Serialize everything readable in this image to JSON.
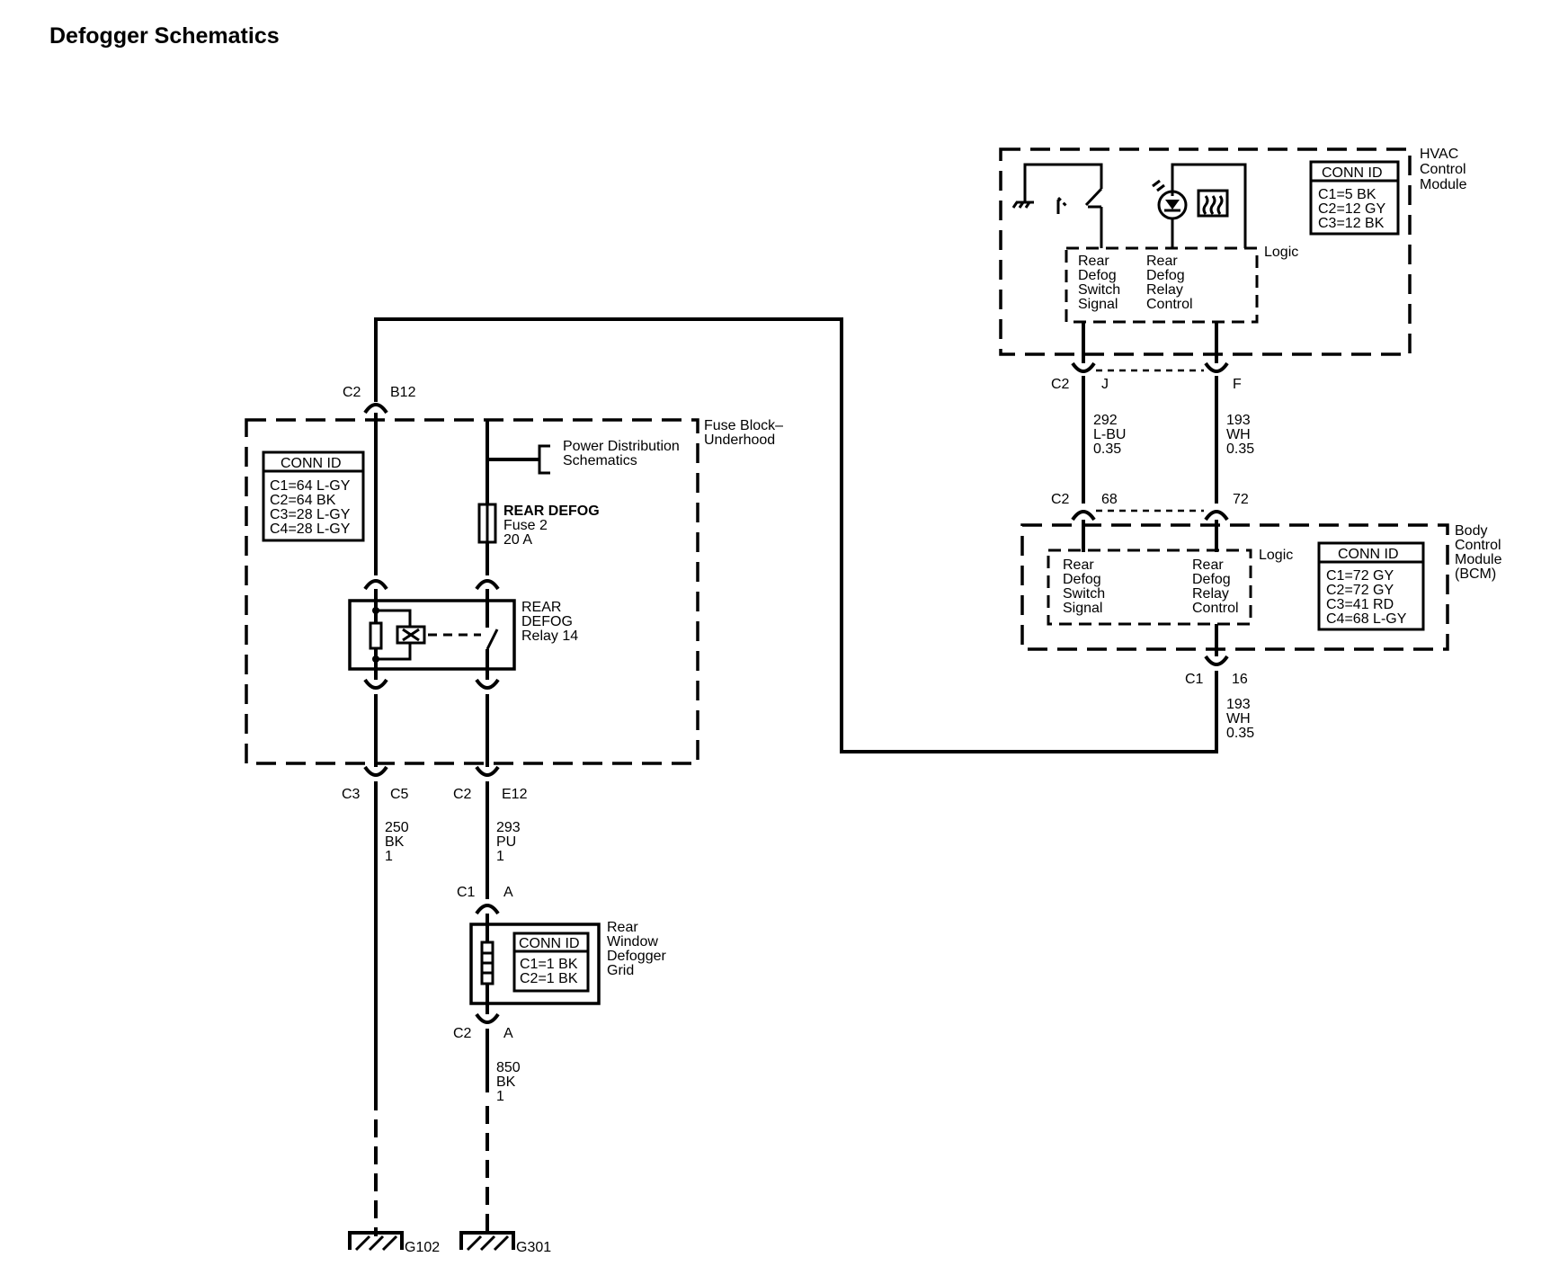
{
  "page": {
    "title": "Defogger Schematics"
  },
  "hvac": {
    "title_line1": "HVAC",
    "title_line2": "Control",
    "title_line3": "Module",
    "logic": "Logic",
    "pin1_lines": [
      "Rear",
      "Defog",
      "Switch",
      "Signal"
    ],
    "pin2_lines": [
      "Rear",
      "Defog",
      "Relay",
      "Control"
    ],
    "conn_title": "CONN ID",
    "conn_lines": [
      "C1=5 BK",
      "C2=12 GY",
      "C3=12 BK"
    ]
  },
  "hvac_connectors": {
    "conn": "C2",
    "pin_left": "J",
    "pin_right": "F"
  },
  "wires_hvac_bcm": {
    "left": [
      "292",
      "L-BU",
      "0.35"
    ],
    "right": [
      "193",
      "WH",
      "0.35"
    ]
  },
  "bcm_connectors": {
    "conn": "C2",
    "pin_left": "68",
    "pin_right": "72"
  },
  "bcm": {
    "title_lines": [
      "Body",
      "Control",
      "Module",
      "(BCM)"
    ],
    "logic": "Logic",
    "pin1_lines": [
      "Rear",
      "Defog",
      "Switch",
      "Signal"
    ],
    "pin2_lines": [
      "Rear",
      "Defog",
      "Relay",
      "Control"
    ],
    "conn_title": "CONN ID",
    "conn_lines": [
      "C1=72 GY",
      "C2=72 GY",
      "C3=41 RD",
      "C4=68 L-GY"
    ]
  },
  "bcm_out": {
    "conn": "C1",
    "pin": "16",
    "wire": [
      "193",
      "WH",
      "0.35"
    ]
  },
  "fuse_block": {
    "title_lines": [
      "Fuse Block–",
      "Underhood"
    ],
    "top_conn": "C2",
    "top_pin": "B12",
    "conn_title": "CONN ID",
    "conn_lines": [
      "C1=64 L-GY",
      "C2=64 BK",
      "C3=28 L-GY",
      "C4=28 L-GY"
    ],
    "power_lines": [
      "Power Distribution",
      "Schematics"
    ],
    "fuse_lines": [
      "REAR DEFOG",
      "Fuse 2",
      "20 A"
    ],
    "relay_lines": [
      "REAR",
      "DEFOG",
      "Relay 14"
    ],
    "bottom_left_conn": "C3",
    "bottom_left_pin": "C5",
    "bottom_right_conn": "C2",
    "bottom_right_pin": "E12"
  },
  "wire_250": [
    "250",
    "BK",
    "1"
  ],
  "wire_293": [
    "293",
    "PU",
    "1"
  ],
  "grid": {
    "top_conn": "C1",
    "top_pin": "A",
    "conn_title": "CONN ID",
    "conn_lines": [
      "C1=1 BK",
      "C2=1 BK"
    ],
    "title_lines": [
      "Rear",
      "Window",
      "Defogger",
      "Grid"
    ],
    "bottom_conn": "C2",
    "bottom_pin": "A"
  },
  "wire_850": [
    "850",
    "BK",
    "1"
  ],
  "grounds": {
    "left": "G102",
    "right": "G301"
  }
}
